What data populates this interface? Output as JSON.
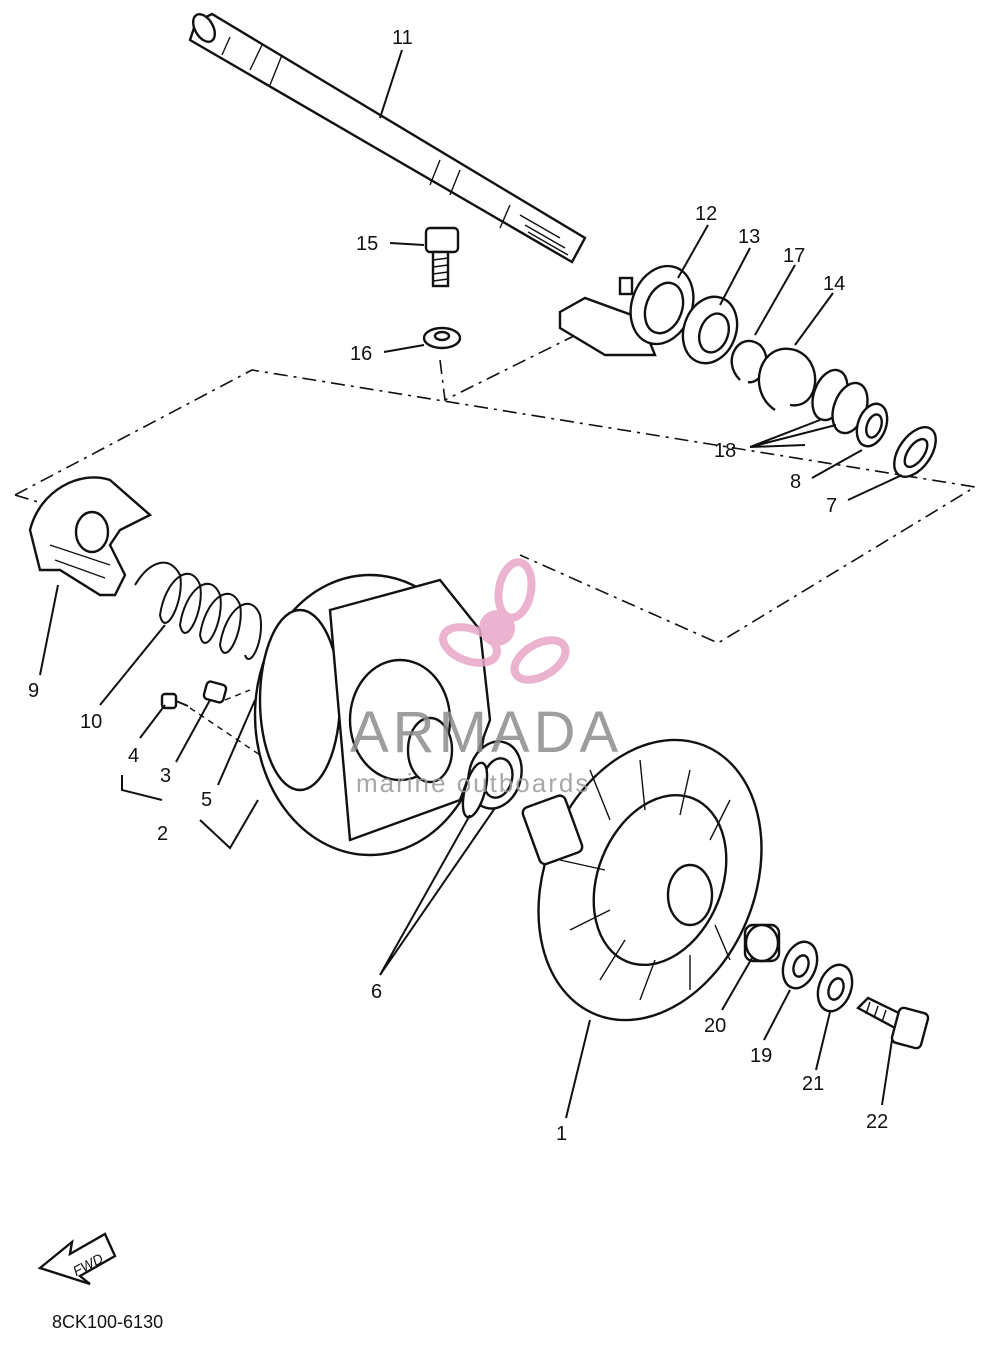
{
  "diagram": {
    "part_labels": [
      {
        "id": "1",
        "text": "1"
      },
      {
        "id": "2",
        "text": "2"
      },
      {
        "id": "3",
        "text": "3"
      },
      {
        "id": "4",
        "text": "4"
      },
      {
        "id": "5",
        "text": "5"
      },
      {
        "id": "6",
        "text": "6"
      },
      {
        "id": "7",
        "text": "7"
      },
      {
        "id": "8",
        "text": "8"
      },
      {
        "id": "9",
        "text": "9"
      },
      {
        "id": "10",
        "text": "10"
      },
      {
        "id": "11",
        "text": "11"
      },
      {
        "id": "12",
        "text": "12"
      },
      {
        "id": "13",
        "text": "13"
      },
      {
        "id": "14",
        "text": "14"
      },
      {
        "id": "15",
        "text": "15"
      },
      {
        "id": "16",
        "text": "16"
      },
      {
        "id": "17",
        "text": "17"
      },
      {
        "id": "18",
        "text": "18"
      },
      {
        "id": "19",
        "text": "19"
      },
      {
        "id": "20",
        "text": "20"
      },
      {
        "id": "21",
        "text": "21"
      },
      {
        "id": "22",
        "text": "22"
      }
    ],
    "direction_arrow": "FWD",
    "drawing_code": "8CK100-6130"
  },
  "watermark": {
    "brand": "ARMADA",
    "tagline": "marine outboards",
    "logo_icon": "propeller-icon",
    "logo_color": "#e8a6c8",
    "text_color": "#8c8c8c"
  }
}
